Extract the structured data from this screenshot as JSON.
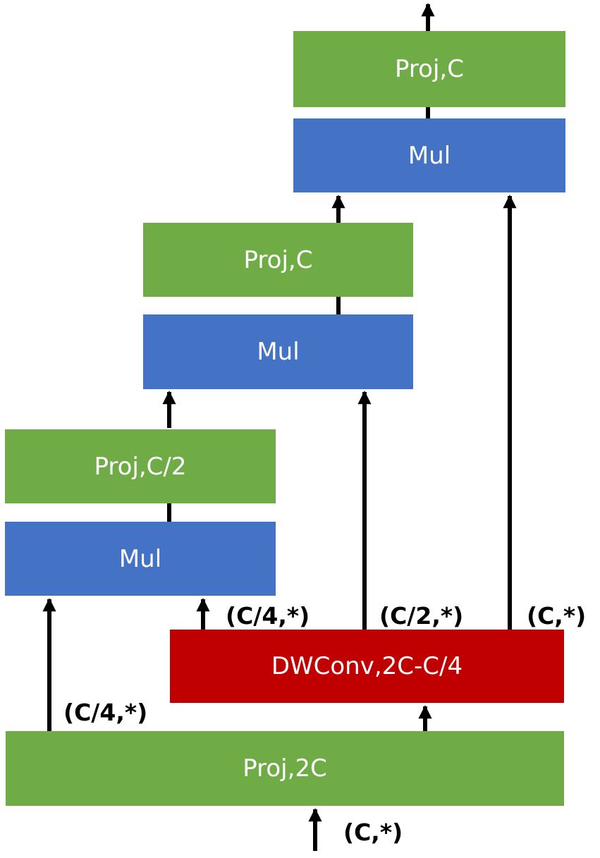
{
  "colors": {
    "proj": "#6fac46",
    "mul": "#4472c4",
    "conv": "#c00000",
    "arrow": "#000000"
  },
  "blocks": {
    "proj_2c": "Proj,2C",
    "dwconv": "DWConv,2C-C/4",
    "mul_1": "Mul",
    "proj_c2": "Proj,C/2",
    "mul_2": "Mul",
    "proj_c_mid": "Proj,C",
    "mul_3": "Mul",
    "proj_c_top": "Proj,C"
  },
  "labels": {
    "input": "(C,*)",
    "skip": "(C/4,*)",
    "split_1": "(C/4,*)",
    "split_2": "(C/2,*)",
    "split_3": "(C,*)"
  }
}
